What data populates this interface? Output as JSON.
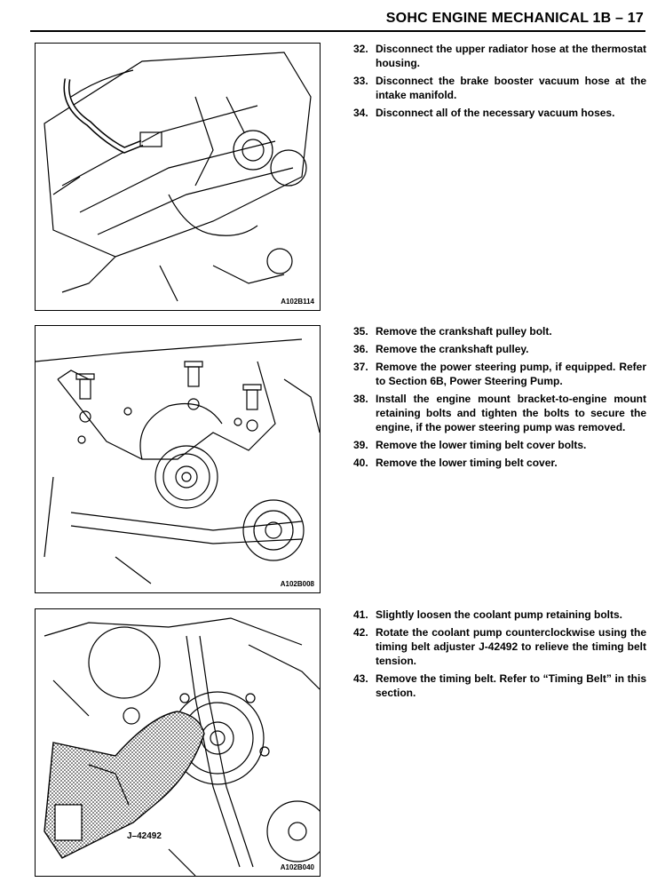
{
  "header": {
    "title": "SOHC ENGINE MECHANICAL  1B – 17"
  },
  "figures": [
    {
      "code": "A102B114"
    },
    {
      "code": "A102B008"
    },
    {
      "code": "A102B040",
      "tool_label": "J–42492"
    }
  ],
  "sections": [
    {
      "steps": [
        {
          "num": "32.",
          "text": "Disconnect the upper radiator hose at the thermostat housing."
        },
        {
          "num": "33.",
          "text": "Disconnect the brake booster vacuum hose at the intake manifold."
        },
        {
          "num": "34.",
          "text": "Disconnect all of the necessary vacuum hoses."
        }
      ]
    },
    {
      "steps": [
        {
          "num": "35.",
          "text": "Remove the crankshaft pulley bolt."
        },
        {
          "num": "36.",
          "text": "Remove the crankshaft pulley."
        },
        {
          "num": "37.",
          "text": "Remove the power steering pump, if equipped. Refer to Section 6B, Power Steering Pump."
        },
        {
          "num": "38.",
          "text": "Install the engine mount bracket-to-engine mount retaining bolts and tighten the bolts to secure the engine, if the power steering pump was removed."
        },
        {
          "num": "39.",
          "text": "Remove the lower timing belt cover bolts."
        },
        {
          "num": "40.",
          "text": "Remove the lower timing belt cover."
        }
      ]
    },
    {
      "steps": [
        {
          "num": "41.",
          "text": "Slightly loosen the coolant pump retaining bolts."
        },
        {
          "num": "42.",
          "text": "Rotate the coolant pump counterclockwise using the timing belt adjuster J-42492 to relieve the timing belt tension."
        },
        {
          "num": "43.",
          "text": "Remove the timing belt. Refer to “Timing Belt” in this section."
        }
      ]
    }
  ]
}
